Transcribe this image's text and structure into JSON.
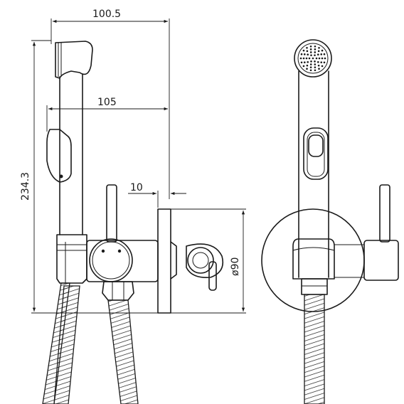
{
  "dimensions": {
    "top_width": "100.5",
    "mid_width": "105",
    "height": "234.3",
    "offset": "10",
    "diameter": "ø90"
  }
}
